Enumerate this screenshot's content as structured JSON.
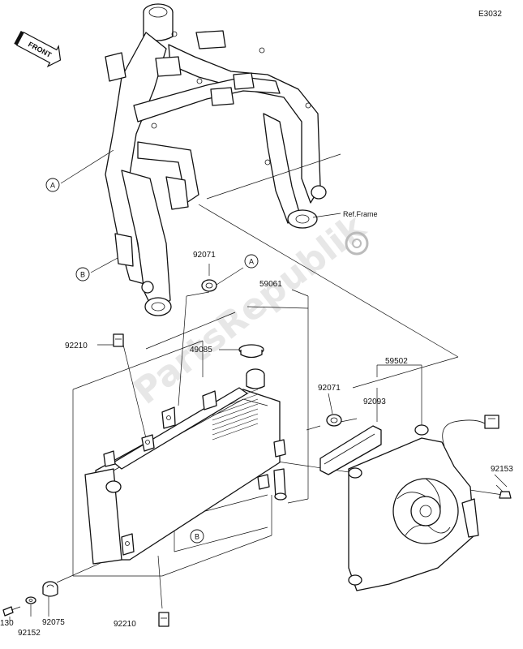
{
  "diagram": {
    "code": "E3032",
    "front_label": "FRONT",
    "ref_label": "Ref.Frame",
    "watermark": "PartsRepublik",
    "callouts": {
      "A": "A",
      "B": "B"
    },
    "parts": {
      "p92071_top": "92071",
      "p59061": "59061",
      "p92210_top": "92210",
      "p49085": "49085",
      "p59502": "59502",
      "p92071_mid": "92071",
      "p92093": "92093",
      "p92153": "92153",
      "p92210_bottom": "92210",
      "p92075": "92075",
      "p92152": "92152",
      "p130": "130"
    }
  }
}
